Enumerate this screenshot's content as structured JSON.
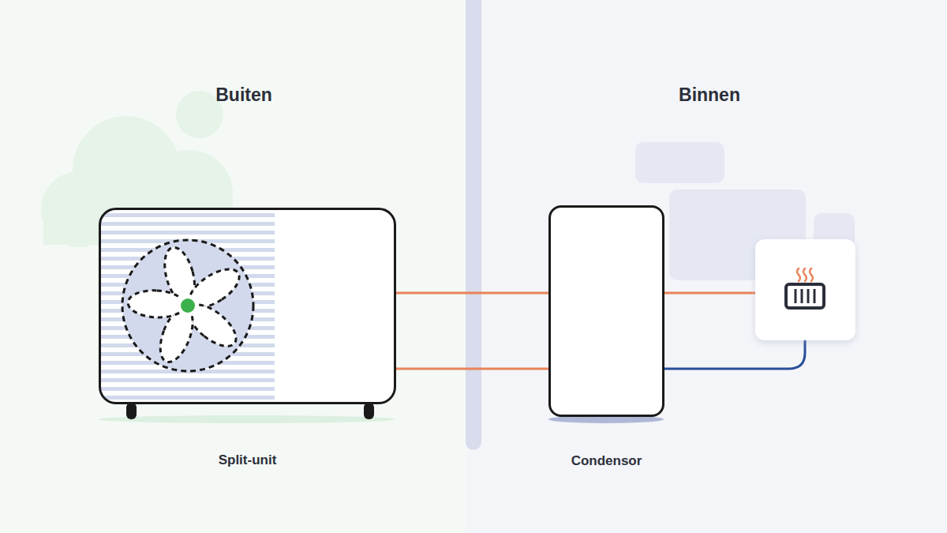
{
  "diagram": {
    "nodes": [
      {
        "text": [
          "Split-unit"
        ]
      },
      {
        "text": [
          "Condensor"
        ]
      }
    ],
    "edges": [
      {
        "from": 0,
        "to": 1,
        "arrow": "none"
      },
      {
        "from": 0,
        "to": 1,
        "arrow": "none"
      }
    ],
    "labels": [
      "Buiten",
      "Binnen"
    ]
  }
}
